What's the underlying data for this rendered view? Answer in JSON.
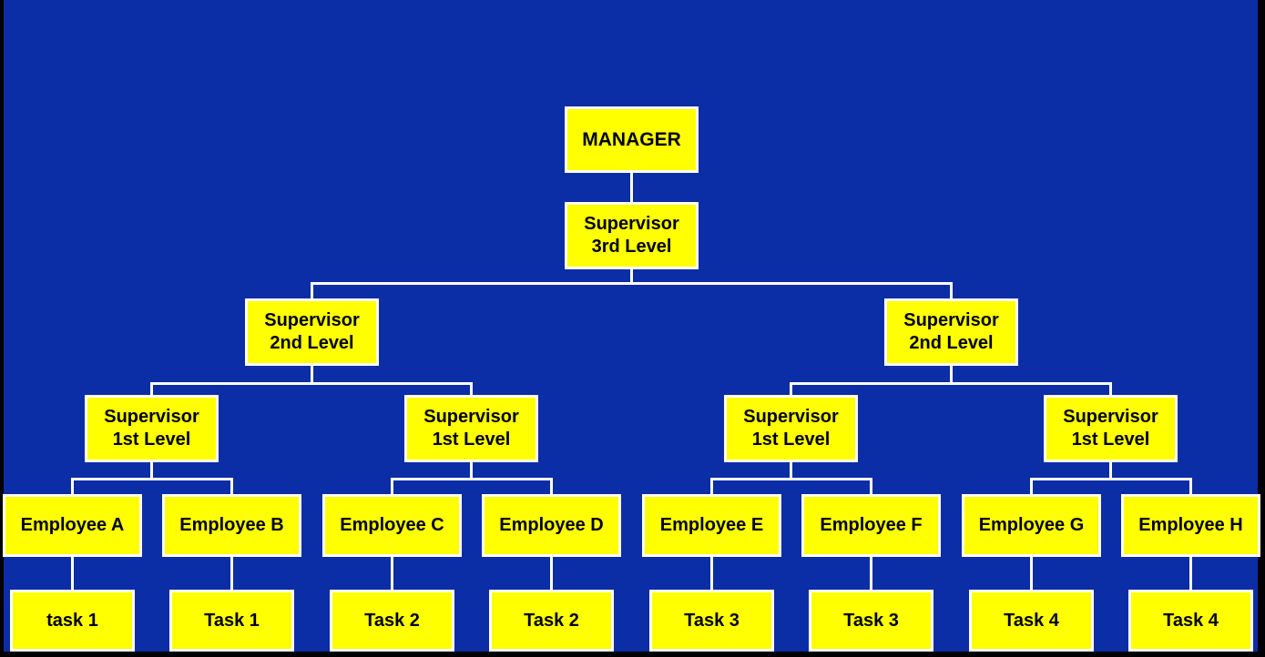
{
  "slide": {
    "type": "organizational-chart"
  },
  "colors": {
    "edge": "#000000",
    "canvas_background": "#0b2da6",
    "box_fill": "#ffff00",
    "box_border": "#ffffff",
    "connector_line": "#ffffff",
    "text": "#000000"
  },
  "nodes": {
    "manager": {
      "label": "MANAGER"
    },
    "supervisor_3rd": {
      "label": "Supervisor\n3rd Level"
    },
    "supervisor_2nd_left": {
      "label": "Supervisor\n2nd Level"
    },
    "supervisor_2nd_right": {
      "label": "Supervisor\n2nd Level"
    },
    "supervisor_1st_1": {
      "label": "Supervisor\n1st Level"
    },
    "supervisor_1st_2": {
      "label": "Supervisor\n1st Level"
    },
    "supervisor_1st_3": {
      "label": "Supervisor\n1st Level"
    },
    "supervisor_1st_4": {
      "label": "Supervisor\n1st Level"
    },
    "employee_a": {
      "label": "Employee A"
    },
    "employee_b": {
      "label": "Employee B"
    },
    "employee_c": {
      "label": "Employee C"
    },
    "employee_d": {
      "label": "Employee D"
    },
    "employee_e": {
      "label": "Employee E"
    },
    "employee_f": {
      "label": "Employee F"
    },
    "employee_g": {
      "label": "Employee G"
    },
    "employee_h": {
      "label": "Employee H"
    },
    "task_a": {
      "label": "task 1"
    },
    "task_b": {
      "label": "Task 1"
    },
    "task_c": {
      "label": "Task 2"
    },
    "task_d": {
      "label": "Task 2"
    },
    "task_e": {
      "label": "Task 3"
    },
    "task_f": {
      "label": "Task 3"
    },
    "task_g": {
      "label": "Task 4"
    },
    "task_h": {
      "label": "Task 4"
    }
  },
  "hierarchy": {
    "manager": [
      "supervisor_3rd"
    ],
    "supervisor_3rd": [
      "supervisor_2nd_left",
      "supervisor_2nd_right"
    ],
    "supervisor_2nd_left": [
      "supervisor_1st_1",
      "supervisor_1st_2"
    ],
    "supervisor_2nd_right": [
      "supervisor_1st_3",
      "supervisor_1st_4"
    ],
    "supervisor_1st_1": [
      "employee_a",
      "employee_b"
    ],
    "supervisor_1st_2": [
      "employee_c",
      "employee_d"
    ],
    "supervisor_1st_3": [
      "employee_e",
      "employee_f"
    ],
    "supervisor_1st_4": [
      "employee_g",
      "employee_h"
    ],
    "employee_a": [
      "task_a"
    ],
    "employee_b": [
      "task_b"
    ],
    "employee_c": [
      "task_c"
    ],
    "employee_d": [
      "task_d"
    ],
    "employee_e": [
      "task_e"
    ],
    "employee_f": [
      "task_f"
    ],
    "employee_g": [
      "task_g"
    ],
    "employee_h": [
      "task_h"
    ]
  }
}
